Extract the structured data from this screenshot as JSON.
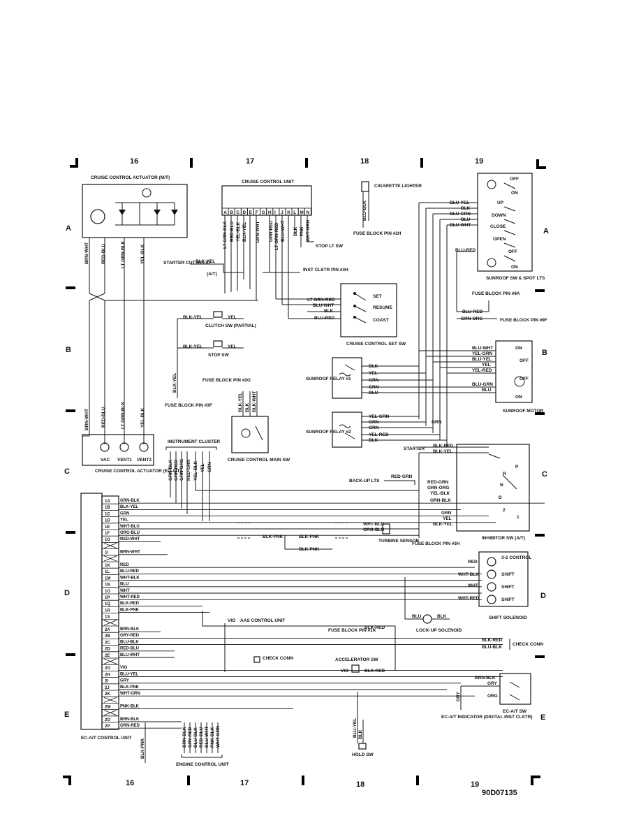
{
  "grid": {
    "columns_top": [
      "16",
      "17",
      "18",
      "19"
    ],
    "columns_bottom": [
      "16",
      "17",
      "18",
      "19"
    ],
    "rows_left": [
      "A",
      "B",
      "C",
      "D",
      "E"
    ],
    "rows_right": [
      "A",
      "B",
      "C",
      "D",
      "E"
    ]
  },
  "diagram_code": "90D07135",
  "components": {
    "cruise_actuator_mt": "CRUISE CONTROL ACTUATOR (M/T)",
    "cruise_control_unit": "CRUISE CONTROL UNIT",
    "cigarette_lighter": "CIGARETTE LIGHTER",
    "fuse_2h": "FUSE BLOCK PIN #2H",
    "stop_lt_sw": "STOP LT SW",
    "inst_clstr_3h": "INST CLSTR PIN #3H",
    "starter_cut_relay": "STARTER CUT RELAY",
    "at_note": "(A/T)",
    "cruise_set_sw": "CRUISE CONTROL SET SW",
    "clutch_sw": "CLUTCH SW (PARTIAL)",
    "stop_sw": "STOP SW",
    "fuse_2g": "FUSE BLOCK PIN #2G",
    "fuse_3f": "FUSE BLOCK PIN #3F",
    "cruise_main_sw": "CRUISE CONTROL MAIN SW",
    "sunroof_relay_1": "SUNROOF RELAY #1",
    "sunroof_relay_2": "SUNROOF RELAY #2",
    "sunroof_sw": "SUNROOF SW & SPOT LTS",
    "fuse_9a": "FUSE BLOCK PIN #9A",
    "fuse_9f": "FUSE BLOCK PIN #9F",
    "sunroof_motor": "SUNROOF MOTOR",
    "cruise_actuator_at": "CRUISE CONTROL ACTUATOR (EC-A/T)",
    "instrument_cluster": "INSTRUMENT CLUSTER",
    "back_up_lts": "BACK-UP LTS",
    "starter": "STARTER",
    "inhibitor_sw": "INHIBITOR SW (A/T)",
    "turbine_sensor": "TURBINE SENSOR",
    "fuse_3h": "FUSE BLOCK PIN #3H",
    "shift_solenoid": "SHIFT SOLENOID",
    "lock_up_solenoid": "LOCK-UP SOLENOID",
    "fuse_1k": "FUSE BLOCK PIN #1K",
    "aas_unit": "AAS CONTROL UNIT",
    "check_conn": "CHECK CONN",
    "accelerator_sw": "ACCELERATOR SW",
    "ec_at_sw": "EC-A/T SW",
    "ec_at_indicator": "EC-A/T INDICATOR (DIGITAL INST CLSTR)",
    "hold_sw": "HOLD SW",
    "ec_at_unit": "EC-A/T CONTROL UNIT",
    "engine_control_unit": "ENGINE CONTROL UNIT"
  },
  "actuator_ports": [
    "VAC",
    "VENT1",
    "VENT2"
  ],
  "actuator_wires": [
    "BRN-WHT",
    "RED-BLU",
    "LT GRN-BLK",
    "YEL-BLK"
  ],
  "ccu_pins": [
    "A",
    "B",
    "C",
    "D",
    "E",
    "F",
    "G",
    "H",
    "I",
    "J",
    "K",
    "L",
    "M",
    "N"
  ],
  "ccu_wires": [
    "LT GRN-BLK",
    "RED-BLU",
    "YEL-BLK",
    "BLK-YEL",
    "GRN-WHT",
    "GRN-RED",
    "LT GRN-RED",
    "BLU-WHT",
    "BLK",
    "PNK",
    "WHT-GRN"
  ],
  "set_sw": {
    "positions": [
      "SET",
      "RESUME",
      "COAST"
    ],
    "wires": [
      "LT GRN-RED",
      "BLU-WHT",
      "BLK",
      "BLU-RED"
    ]
  },
  "sunroof_sw": {
    "positions": [
      "OFF",
      "ON",
      "UP",
      "DOWN",
      "CLOSE",
      "OPEN",
      "OFF",
      "ON"
    ],
    "wires": [
      "BLU-YEL",
      "BLK",
      "BLU-GRN",
      "BLU",
      "BLU-WHT",
      "BLU-RED"
    ]
  },
  "sunroof_motor_wires": [
    "BLU-WHT",
    "YEL-GRN",
    "BLU-YEL",
    "YEL",
    "YEL-RED",
    "BLU-GRN",
    "BLU"
  ],
  "sunroof_motor_positions": [
    "ON",
    "OFF",
    "OFF",
    "ON"
  ],
  "relay1_wires": [
    "BLK",
    "YEL",
    "GRN",
    "GRN",
    "BLU"
  ],
  "relay2_wires": [
    "YEL-GRN",
    "GRN",
    "GRN",
    "YEL-RED",
    "BLK"
  ],
  "cluster_wires": [
    "GRN-BLK",
    "GRN-RED",
    "GRN-ORG",
    "RED-GRN",
    "YEL-BLK",
    "YEL",
    "GRN"
  ],
  "inhibitor": {
    "positions": [
      "P",
      "R",
      "N",
      "D",
      "2",
      "1"
    ],
    "wires": [
      "BLK-RED",
      "BLK-YEL",
      "RED-GRN",
      "GRN-ORG",
      "YEL-BLK",
      "GRN-BLK",
      "GRN",
      "YEL",
      "BLK-YEL"
    ]
  },
  "shift_solenoid": {
    "positions": [
      "3-2 CONTROL",
      "SHIFT",
      "SHIFT",
      "SHIFT"
    ],
    "wires": [
      "RED",
      "WHT-BLK",
      "WHT",
      "WHT-RED"
    ]
  },
  "ecat_pins": [
    {
      "pin": "1A",
      "wire": "GRN-BLK"
    },
    {
      "pin": "1B",
      "wire": "BLK-YEL"
    },
    {
      "pin": "1C",
      "wire": "GRN"
    },
    {
      "pin": "1D",
      "wire": "YEL"
    },
    {
      "pin": "1E",
      "wire": "WHT-BLU"
    },
    {
      "pin": "1F",
      "wire": "ORG-BLU"
    },
    {
      "pin": "1G",
      "wire": "RED-WHT"
    },
    {
      "pin": "",
      "wire": ""
    },
    {
      "pin": "1I",
      "wire": "BRN-WHT"
    },
    {
      "pin": "",
      "wire": ""
    },
    {
      "pin": "1K",
      "wire": "RED"
    },
    {
      "pin": "1L",
      "wire": "BLU-RED"
    },
    {
      "pin": "1M",
      "wire": "WHT-BLK"
    },
    {
      "pin": "1N",
      "wire": "BLU"
    },
    {
      "pin": "1O",
      "wire": "WHT"
    },
    {
      "pin": "1P",
      "wire": "WHT-RED"
    },
    {
      "pin": "1Q",
      "wire": "BLK-RED"
    },
    {
      "pin": "1R",
      "wire": "BLK-PNK"
    },
    {
      "pin": "1S",
      "wire": ""
    },
    {
      "pin": "",
      "wire": ""
    },
    {
      "pin": "2A",
      "wire": "BRN-BLK"
    },
    {
      "pin": "2B",
      "wire": "GRY-RED"
    },
    {
      "pin": "2C",
      "wire": "BLU-BLK"
    },
    {
      "pin": "2D",
      "wire": "RED-BLU"
    },
    {
      "pin": "2E",
      "wire": "BLU-WHT"
    },
    {
      "pin": "",
      "wire": ""
    },
    {
      "pin": "2G",
      "wire": "VIO"
    },
    {
      "pin": "2H",
      "wire": "BLU-YEL"
    },
    {
      "pin": "2I",
      "wire": "GRY"
    },
    {
      "pin": "2J",
      "wire": "BLK-PNK"
    },
    {
      "pin": "2K",
      "wire": "WHT-GRN"
    },
    {
      "pin": "",
      "wire": ""
    },
    {
      "pin": "2M",
      "wire": "PNK-BLK"
    },
    {
      "pin": "",
      "wire": ""
    },
    {
      "pin": "2O",
      "wire": "BRN-BLK"
    },
    {
      "pin": "2P",
      "wire": "GRN-RED"
    }
  ],
  "ecu_wires": [
    "BRN-BLK",
    "GRY-RED",
    "BLU-BLK",
    "RED-BLU",
    "BLU-WHT",
    "PNK-BLK",
    "WHT-GRN"
  ],
  "misc_labels": {
    "blk_yel": "BLK-YEL",
    "yel": "YEL",
    "blk_pnk": "BLK-PNK",
    "wht_blu": "WHT-BLU",
    "org_blu": "ORG-BLU",
    "blk_red": "BLK-RED",
    "blu_blk": "BLU-BLK",
    "blu": "BLU",
    "blk": "BLK",
    "vio": "VIO",
    "brn_blk": "BRN-BLK",
    "gry": "GRY",
    "org": "ORG",
    "blu_yel": "BLU-YEL",
    "red_grn": "RED-GRN",
    "grn": "GRN",
    "grn_org": "GRN-ORG",
    "blu_red": "BLU-RED",
    "blk_wht": "BLK-WHT",
    "brn_wht": "BRN-WHT",
    "blk_pnk2": "BLK-PNK"
  }
}
